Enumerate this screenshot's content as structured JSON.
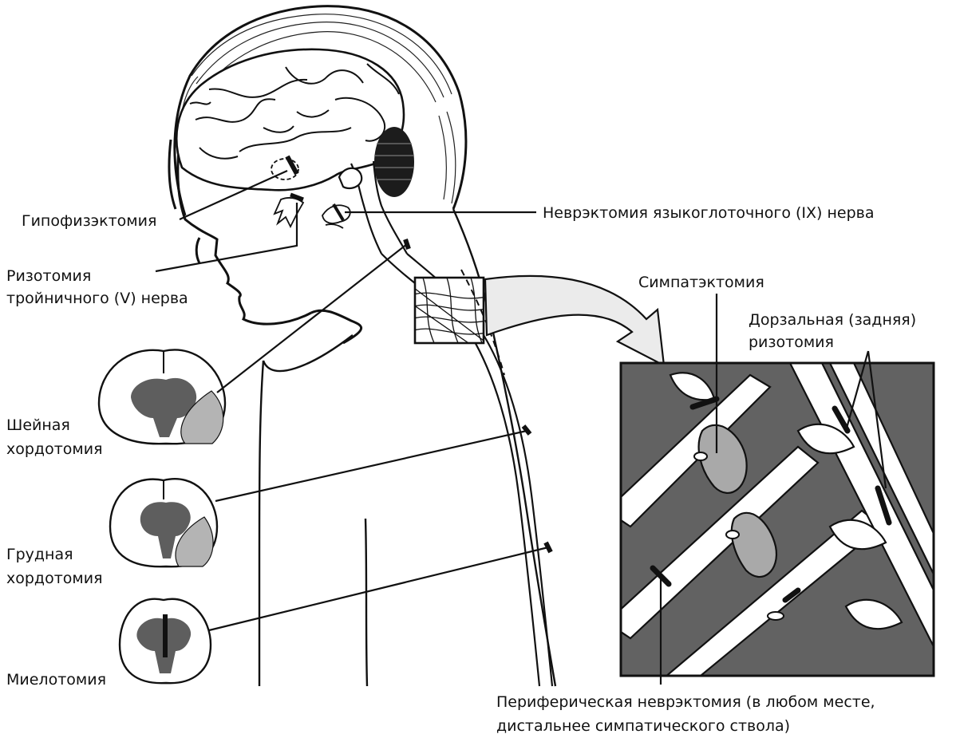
{
  "labels": {
    "hypophysectomy": "Гипофизэктомия",
    "trigeminal_rhizotomy": [
      "Ризотомия",
      "тройничного (V) нерва"
    ],
    "glossopharyngeal_neurectomy": "Неврэктомия языкоглоточного (IX) нерва",
    "sympathectomy": "Симпатэктомия",
    "dorsal_rhizotomy": [
      "Дорзальная (задняя)",
      "ризотомия"
    ],
    "cervical_cordotomy": [
      "Шейная",
      "хордотомия"
    ],
    "thoracic_cordotomy": [
      "Грудная",
      "хордотомия"
    ],
    "myelotomy": "Миелотомия",
    "peripheral_neurectomy": [
      "Периферическая неврэктомия (в любом месте,",
      "дистальнее симпатического ствола)"
    ]
  },
  "colors": {
    "line": "#111111",
    "gray_matter": "#5e5e5e",
    "lesion_fill": "#b4b4b4",
    "inset_bg": "#626262",
    "ganglion": "#a9a9a9",
    "cerebellum": "#1c1c1c",
    "arrow_fill": "#ebebeb"
  }
}
